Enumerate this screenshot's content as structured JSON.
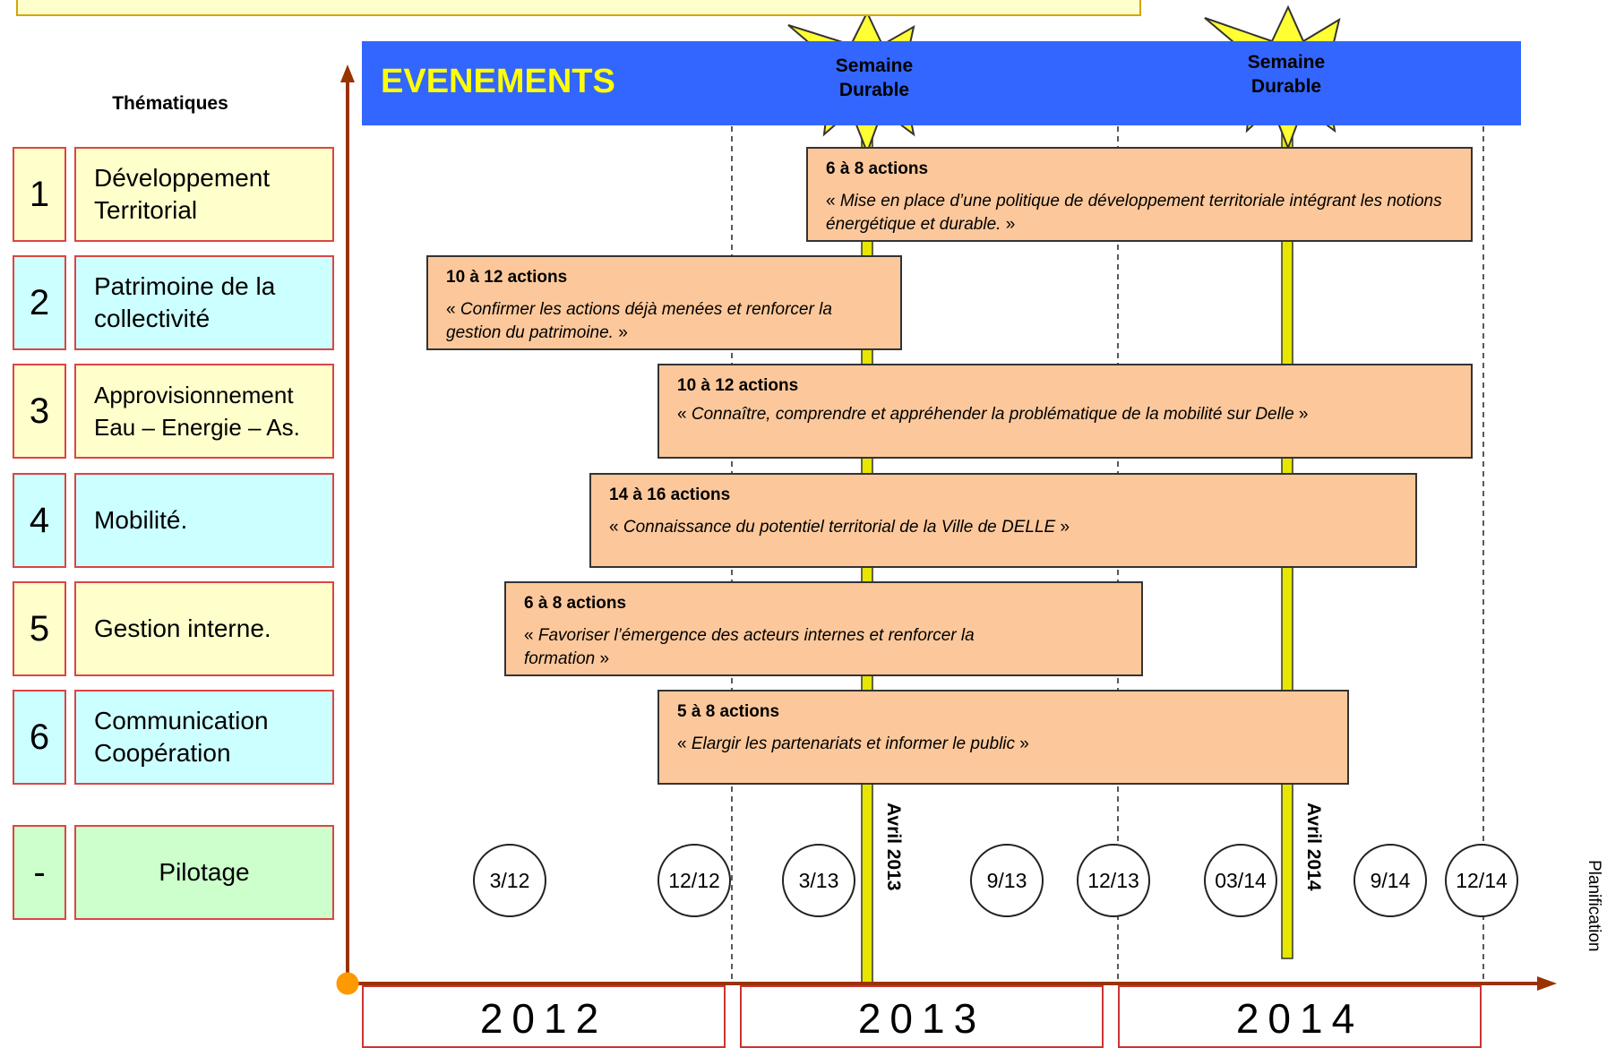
{
  "page": {
    "title": "",
    "events_label": "EVENEMENTS",
    "thematiques_title": "Thématiques",
    "axis_label": "Planification"
  },
  "colors": {
    "events_band": "#3366ff",
    "events_text": "#ffff00",
    "action_fill": "#fcc89b",
    "theme_yellow": "#ffffcc",
    "theme_cyan": "#ccffff",
    "theme_green": "#ccffcc",
    "axis": "#993300",
    "origin_dot": "#ff9900",
    "milestone_line": "#e6e600"
  },
  "events": [
    {
      "label_line1": "Semaine",
      "label_line2": "Durable",
      "month": "Avril 2013"
    },
    {
      "label_line1": "Semaine",
      "label_line2": "Durable",
      "month": "Avril 2014"
    }
  ],
  "themes": [
    {
      "num": "1",
      "label": "Développement Territorial",
      "color": "yellow"
    },
    {
      "num": "2",
      "label": "Patrimoine de la collectivité",
      "color": "cyan"
    },
    {
      "num": "3",
      "label": "Approvisionnement Eau – Energie – As.",
      "color": "yellow"
    },
    {
      "num": "4",
      "label": "Mobilité.",
      "color": "cyan"
    },
    {
      "num": "5",
      "label": "Gestion interne.",
      "color": "yellow"
    },
    {
      "num": "6",
      "label": "Communication Coopération",
      "color": "cyan"
    },
    {
      "num": "-",
      "label": "Pilotage",
      "color": "green"
    }
  ],
  "actions": [
    {
      "count": "6 à 8 actions",
      "quote_open": "« ",
      "desc": "Mise en place d’une politique de développement territoriale intégrant les notions énergétique et durable.",
      "quote_close": " »"
    },
    {
      "count": "10 à 12 actions",
      "quote_open": "« ",
      "desc": "Confirmer les actions déjà menées et renforcer la gestion du patrimoine.",
      "quote_close": " »"
    },
    {
      "count": "10 à 12 actions",
      "quote_open": "«  ",
      "desc": "Connaître, comprendre et appréhender la problématique de la mobilité sur Delle",
      "quote_close": "  »"
    },
    {
      "count": "14 à 16 actions",
      "quote_open": "« ",
      "desc": "Connaissance du potentiel territorial de la Ville de DELLE",
      "quote_close": " »"
    },
    {
      "count": "6 à 8 actions",
      "quote_open": "« ",
      "desc": "Favoriser l’émergence des acteurs internes et renforcer la formation",
      "quote_close": " »"
    },
    {
      "count": "5 à 8 actions",
      "quote_open": "« ",
      "desc": "Elargir les partenariats et informer le public",
      "quote_close": " »"
    }
  ],
  "dates": [
    "3/12",
    "12/12",
    "3/13",
    "9/13",
    "12/13",
    "03/14",
    "9/14",
    "12/14"
  ],
  "years": [
    "2012",
    "2013",
    "2014"
  ]
}
